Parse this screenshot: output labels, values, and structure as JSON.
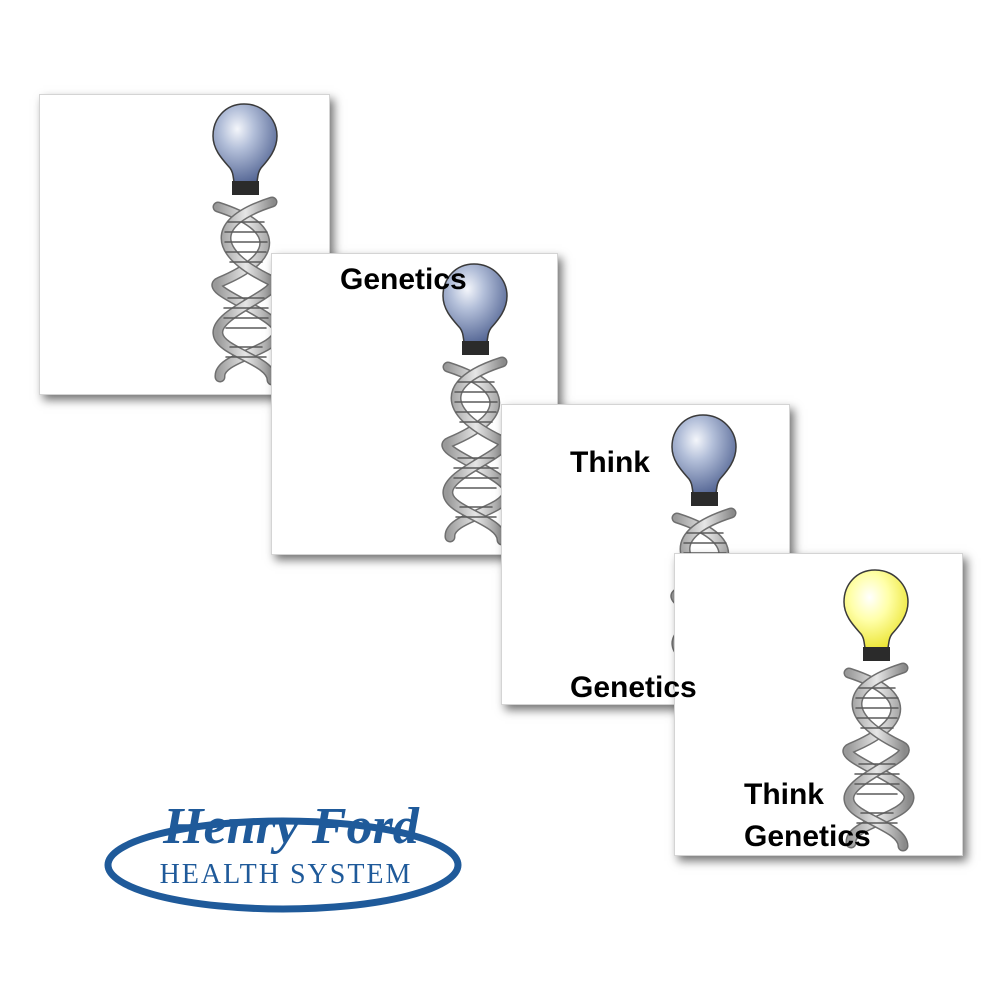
{
  "cards": [
    {
      "id": 1,
      "captions": [],
      "bulb_color": "#7f8fb8",
      "bulb_lit": false
    },
    {
      "id": 2,
      "captions": [
        "Genetics"
      ],
      "bulb_color": "#7f8fb8",
      "bulb_lit": false
    },
    {
      "id": 3,
      "captions": [
        "Think",
        "Genetics"
      ],
      "bulb_color": "#7f8fb8",
      "bulb_lit": false
    },
    {
      "id": 4,
      "captions": [
        "Think",
        "Genetics"
      ],
      "bulb_color": "#ffff66",
      "bulb_lit": true
    }
  ],
  "logo": {
    "script_text": "Henry Ford",
    "text": "HEALTH SYSTEM",
    "color": "#1f5a9a"
  },
  "colors": {
    "unlit_bulb": "#7f8fb8",
    "lit_bulb": "#ffff66",
    "bulb_base": "#2b2b2b",
    "helix": "#bdbdbd",
    "helix_dark": "#6f6f6f"
  }
}
